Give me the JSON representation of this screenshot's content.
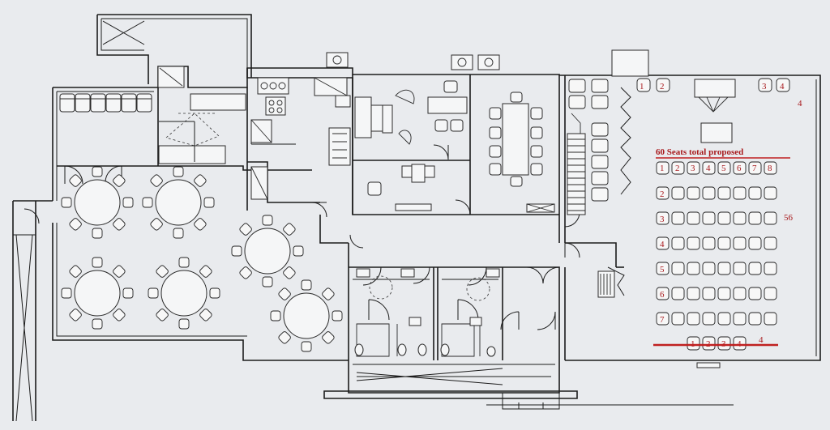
{
  "annotations": {
    "title": "60 Seats total proposed",
    "row_labels": [
      "1",
      "2",
      "3",
      "4",
      "5",
      "6",
      "7"
    ],
    "first_row_seat_numbers": [
      "1",
      "2",
      "3",
      "4",
      "5",
      "6",
      "7",
      "8"
    ],
    "total_56": "56",
    "top_left_numbers": [
      "1",
      "2"
    ],
    "top_right_numbers": [
      "3",
      "4"
    ],
    "top_right_count": "4",
    "bottom_row_numbers": [
      "1",
      "2",
      "3",
      "4"
    ],
    "bottom_row_count": "4"
  },
  "colors": {
    "markup_red": "#b01e1e",
    "line": "#1c1c1c",
    "paper": "#e9ebee"
  }
}
